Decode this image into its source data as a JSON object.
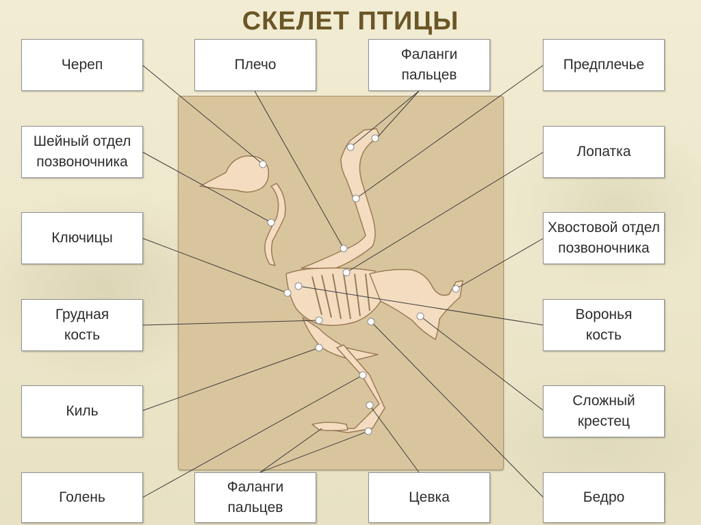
{
  "title": "СКЕЛЕТ ПТИЦЫ",
  "labels": {
    "skull": "Череп",
    "shoulder": "Плечо",
    "wing_phalanges": "Фаланги\nпальцев",
    "forearm": "Предплечье",
    "cervical_spine": "Шейный отдел\nпозвоночника",
    "scapula": "Лопатка",
    "clavicles": "Ключицы",
    "caudal_spine": "Хвостовой отдел\nпозвоночника",
    "sternum": "Грудная\nкость",
    "coracoid": "Воронья\nкость",
    "keel": "Киль",
    "synsacrum": "Сложный\nкрестец",
    "shin": "Голень",
    "toe_phalanges": "Фаланги\nпальцев",
    "tarsus": "Цевка",
    "femur": "Бедро"
  },
  "colors": {
    "title": "#6b5626",
    "panel": "#d9c59d",
    "bone": "#f3dcc0",
    "bone_outline": "#9a7a55",
    "leader_line": "#3a3a3a"
  }
}
